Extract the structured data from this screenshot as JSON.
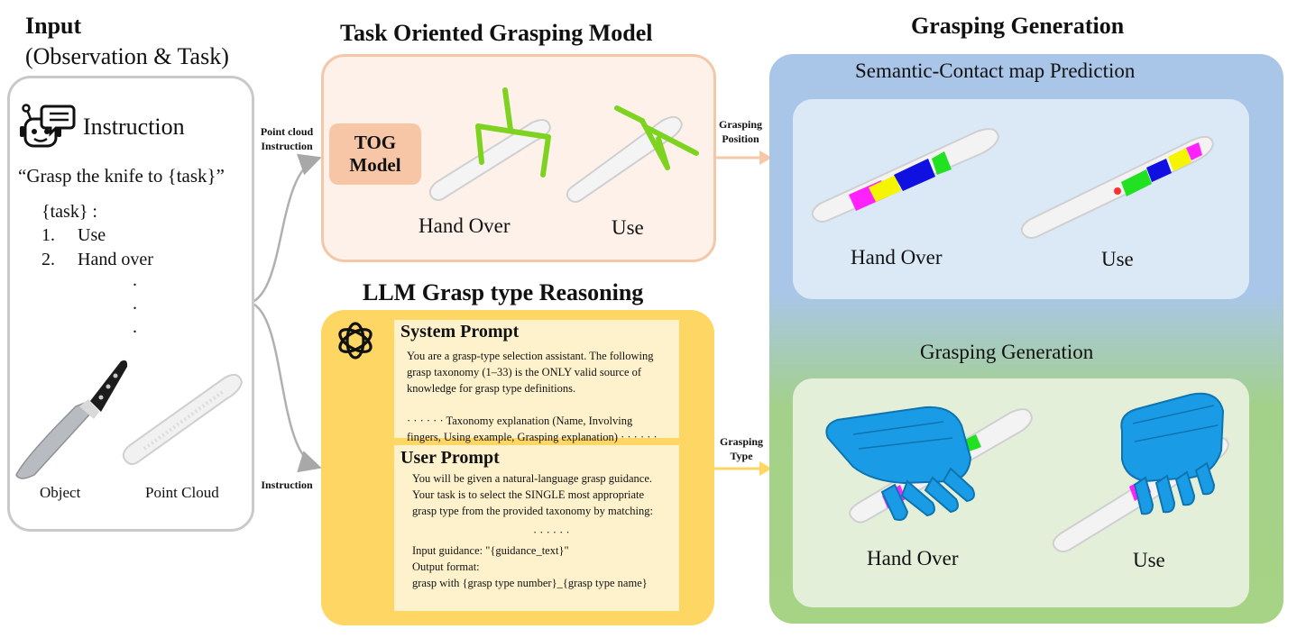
{
  "input": {
    "title": "Input",
    "subtitle": "(Observation & Task)",
    "instruction_label": "Instruction",
    "instruction_text": "“Grasp the knife to {task}”",
    "task_label": "{task} :",
    "tasks": [
      {
        "num": "1.",
        "text": "Use"
      },
      {
        "num": "2.",
        "text": "Hand over"
      }
    ],
    "ellipsis": ".",
    "object_label": "Object",
    "point_cloud_label": "Point Cloud"
  },
  "tog": {
    "title": "Task Oriented Grasping Model",
    "model_label_line1": "TOG",
    "model_label_line2": "Model",
    "hand_over_label": "Hand Over",
    "use_label": "Use"
  },
  "llm": {
    "title": "LLM Grasp type Reasoning",
    "system_prompt": {
      "title": "System Prompt",
      "lines": [
        "You are a grasp-type selection assistant. The following",
        "grasp taxonomy (1–33) is the ONLY valid source of",
        "knowledge for grasp type definitions.",
        "",
        "· · · · · · Taxonomy explanation (Name, Involving",
        "fingers, Using example, Grasping explanation) · · · · · ·"
      ]
    },
    "user_prompt": {
      "title": "User Prompt",
      "lines": [
        "You will be given a natural-language grasp guidance.",
        "Your task is to select the SINGLE most appropriate",
        "grasp type from the provided taxonomy by matching:"
      ],
      "dots": "· · · · · ·",
      "footer_lines": [
        "Input guidance: \"{guidance_text}\"",
        "Output format:",
        "grasp with {grasp type number}_{grasp type name}"
      ]
    }
  },
  "arrows": {
    "point_cloud_line1": "Point cloud",
    "point_cloud_line2": "Instruction",
    "instruction": "Instruction",
    "grasping_position_line1": "Grasping",
    "grasping_position_line2": "Position",
    "grasping_type_line1": "Grasping",
    "grasping_type_line2": "Type"
  },
  "generation": {
    "title": "Grasping Generation",
    "semantic_title": "Semantic-Contact map Prediction",
    "semantic_hand_over": "Hand Over",
    "semantic_use": "Use",
    "gen_subtitle": "Grasping Generation",
    "gen_hand_over": "Hand Over",
    "gen_use": "Use"
  },
  "colors": {
    "tog_border": "#f4c7a8",
    "llm_bg": "#fdd664",
    "gripper_green": "#7ed321",
    "hand_blue": "#1a9be6",
    "contact_blue": "#1010e0",
    "contact_green": "#22e022",
    "contact_magenta": "#ff22ff",
    "contact_yellow": "#f5f500"
  }
}
